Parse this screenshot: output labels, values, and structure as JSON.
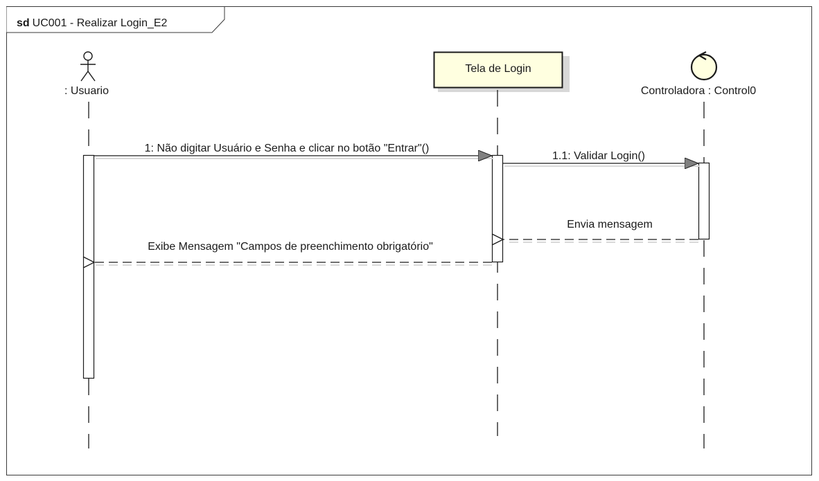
{
  "frame": {
    "keyword": "sd",
    "title": "UC001 - Realizar Login_E2"
  },
  "lifelines": {
    "actor": {
      "label": ": Usuario",
      "icon": "actor-stick-figure-icon"
    },
    "boundary": {
      "label": "Tela de Login"
    },
    "control": {
      "label": "Controladora : Control0",
      "icon": "control-circle-icon"
    }
  },
  "messages": {
    "m1": {
      "label": "1: Não digitar Usuário e Senha e clicar no botão \"Entrar\"()",
      "kind": "synchronous"
    },
    "m2": {
      "label": "1.1: Validar Login()",
      "kind": "synchronous"
    },
    "m3": {
      "label": "Envia mensagem",
      "kind": "reply"
    },
    "m4": {
      "label": "Exibe Mensagem \"Campos de preenchimento obrigatório\"",
      "kind": "reply"
    }
  },
  "colors": {
    "stroke": "#1a1a1a",
    "boundary_fill": "#ffffe0",
    "control_fill": "#ffffe0",
    "arrow_head_fill": "#808080",
    "shadow": "#d8d8d8"
  }
}
